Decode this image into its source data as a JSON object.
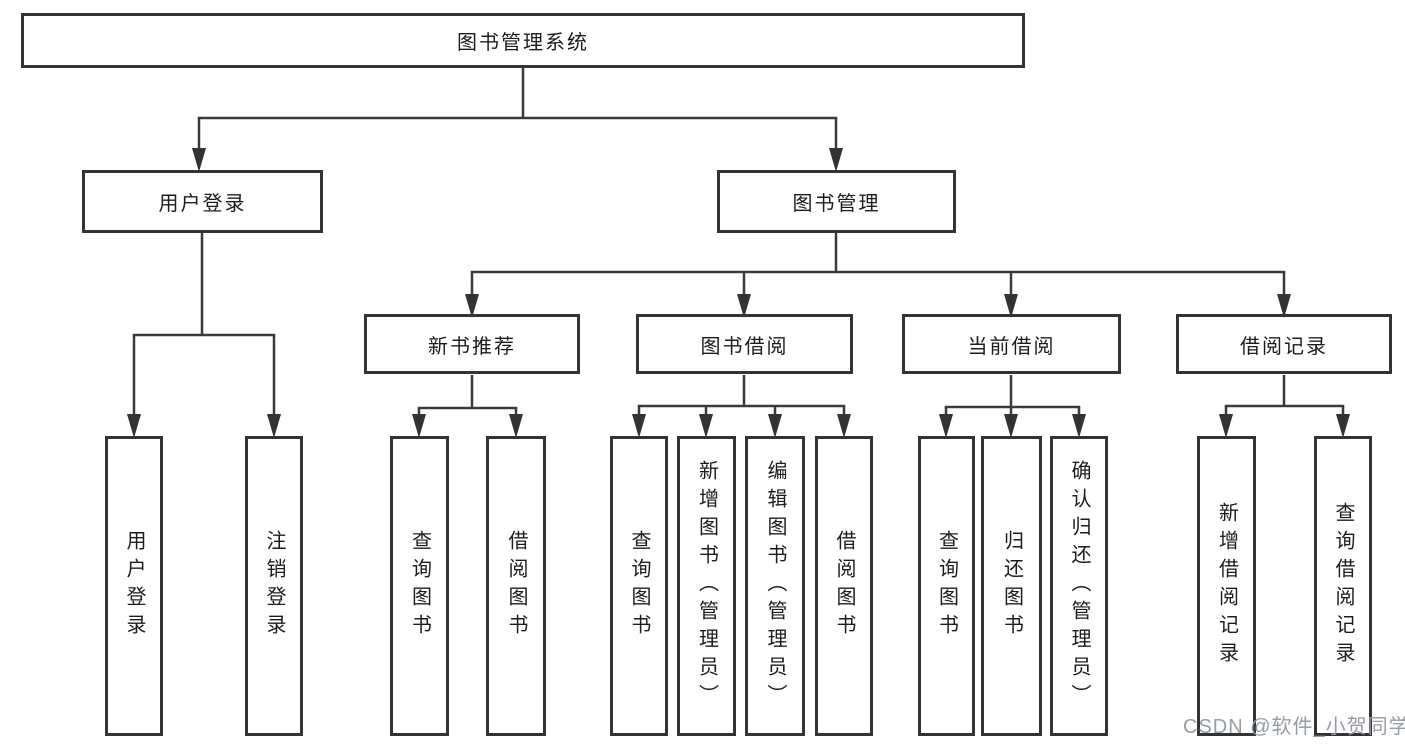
{
  "diagram": {
    "root": {
      "label": "图书管理系统",
      "children": [
        {
          "label": "用户登录",
          "children": [
            {
              "label": "用户登录"
            },
            {
              "label": "注销登录"
            }
          ]
        },
        {
          "label": "图书管理",
          "children": [
            {
              "label": "新书推荐",
              "children": [
                {
                  "label": "查询图书"
                },
                {
                  "label": "借阅图书"
                }
              ]
            },
            {
              "label": "图书借阅",
              "children": [
                {
                  "label": "查询图书"
                },
                {
                  "label": "新增图书（管理员）"
                },
                {
                  "label": "编辑图书（管理员）"
                },
                {
                  "label": "借阅图书"
                }
              ]
            },
            {
              "label": "当前借阅",
              "children": [
                {
                  "label": "查询图书"
                },
                {
                  "label": "归还图书"
                },
                {
                  "label": "确认归还（管理员）"
                }
              ]
            },
            {
              "label": "借阅记录",
              "children": [
                {
                  "label": "新增借阅记录"
                },
                {
                  "label": "查询借阅记录"
                }
              ]
            }
          ]
        }
      ]
    }
  },
  "watermark": {
    "text": "CSDN @软件_小贺同学"
  },
  "colors": {
    "line": "#3a3a3a",
    "box_border": "#333333",
    "text": "#1c1c1c",
    "background": "#ffffff",
    "watermark": "#969ca3"
  }
}
